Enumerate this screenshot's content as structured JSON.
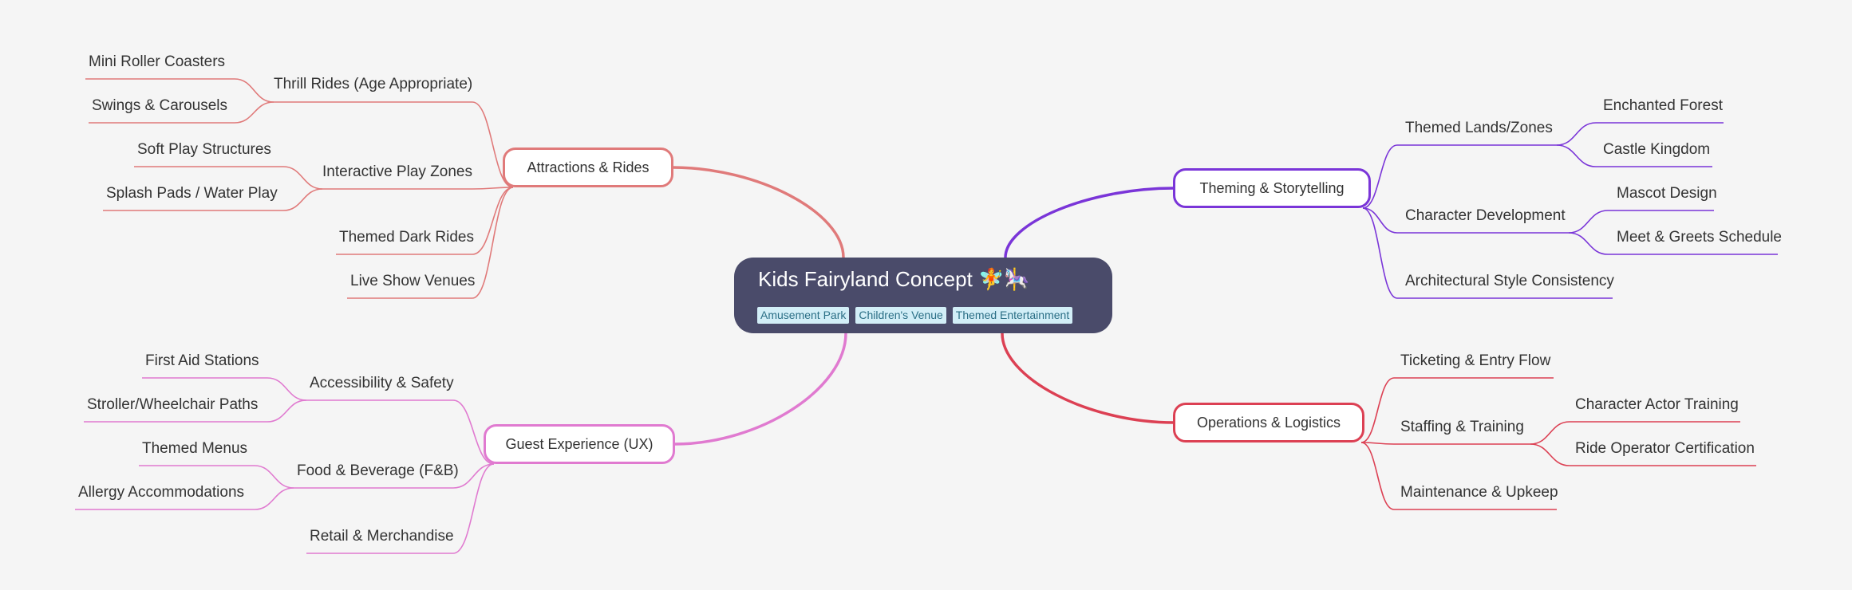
{
  "root": {
    "title": "Kids Fairyland Concept 🧚🎠",
    "tags": [
      "Amusement Park",
      "Children's Venue",
      "Themed Entertainment"
    ]
  },
  "colors": {
    "attractions": "#e07a7a",
    "guest": "#e07ad0",
    "theming": "#7a35d8",
    "operations": "#dc4053",
    "root_bg": "#4a4b6a"
  },
  "branches": {
    "attractions": {
      "label": "Attractions & Rides",
      "groups": {
        "thrill": {
          "label": "Thrill Rides (Age Appropriate)",
          "children": [
            "Mini Roller Coasters",
            "Swings & Carousels"
          ]
        },
        "play": {
          "label": "Interactive Play Zones",
          "children": [
            "Soft Play Structures",
            "Splash Pads / Water Play"
          ]
        },
        "dark": {
          "label": "Themed Dark Rides"
        },
        "shows": {
          "label": "Live Show Venues"
        }
      }
    },
    "guest": {
      "label": "Guest Experience (UX)",
      "groups": {
        "access": {
          "label": "Accessibility & Safety",
          "children": [
            "First Aid Stations",
            "Stroller/Wheelchair Paths"
          ]
        },
        "food": {
          "label": "Food & Beverage (F&B)",
          "children": [
            "Themed Menus",
            "Allergy Accommodations"
          ]
        },
        "retail": {
          "label": "Retail & Merchandise"
        }
      }
    },
    "theming": {
      "label": "Theming & Storytelling",
      "groups": {
        "lands": {
          "label": "Themed Lands/Zones",
          "children": [
            "Enchanted Forest",
            "Castle Kingdom"
          ]
        },
        "characters": {
          "label": "Character Development",
          "children": [
            "Mascot Design",
            "Meet & Greets Schedule"
          ]
        },
        "arch": {
          "label": "Architectural Style Consistency"
        }
      }
    },
    "operations": {
      "label": "Operations & Logistics",
      "groups": {
        "ticketing": {
          "label": "Ticketing & Entry Flow"
        },
        "staffing": {
          "label": "Staffing & Training",
          "children": [
            "Character Actor Training",
            "Ride Operator Certification"
          ]
        },
        "maintenance": {
          "label": "Maintenance & Upkeep"
        }
      }
    }
  }
}
